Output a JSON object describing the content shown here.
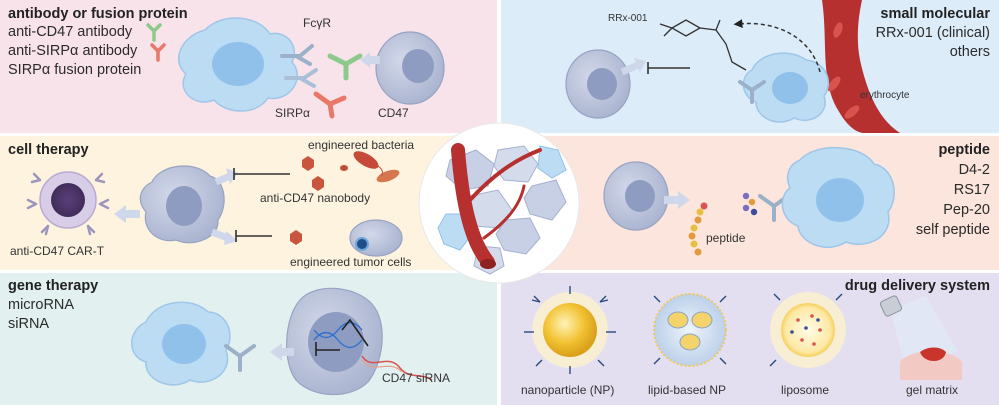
{
  "panels": {
    "antibody": {
      "title": "antibody or fusion protein",
      "items": [
        "anti-CD47 antibody",
        "anti-SIRPα antibody",
        "SIRPα fusion protein"
      ],
      "labels": {
        "fcgr": "FcγR",
        "sirpa": "SIRPα",
        "cd47": "CD47"
      },
      "bg": "#f9e3ea"
    },
    "small_molecular": {
      "title": "small molecular",
      "items": [
        "RRx-001 (clinical)",
        "others"
      ],
      "labels": {
        "drug": "RRx-001",
        "erythrocyte": "erythrocyte"
      },
      "bg": "#dcecf8"
    },
    "cell_therapy": {
      "title": "cell therapy",
      "labels": {
        "bacteria": "engineered bacteria",
        "nanobody": "anti-CD47 nanobody",
        "cart": "anti-CD47 CAR-T",
        "tumor": "engineered tumor cells"
      },
      "bg": "#fdf3df"
    },
    "peptide": {
      "title": "peptide",
      "items": [
        "D4-2",
        "RS17",
        "Pep-20",
        "self peptide"
      ],
      "labels": {
        "peptide": "peptide"
      },
      "bg": "#fbe5dc"
    },
    "gene_therapy": {
      "title": "gene therapy",
      "items": [
        "microRNA",
        "siRNA"
      ],
      "labels": {
        "sirna": "CD47 siRNA"
      },
      "bg": "#e2f1f0"
    },
    "drug_delivery": {
      "title": "drug delivery system",
      "labels": {
        "np": "nanoparticle (NP)",
        "lipid": "lipid-based NP",
        "liposome": "liposome",
        "gel": "gel matrix"
      },
      "bg": "#e3dff0"
    }
  },
  "colors": {
    "macrophage": "#bcdcf4",
    "macrophage_nucleus": "#8fc1ea",
    "tumor_cell": "#b8c2dc",
    "tumor_nucleus": "#8f9cc2",
    "vessel": "#b5302f",
    "antibody_green": "#8dc98a",
    "antibody_red": "#e87868",
    "nanoparticle": "#f2c232"
  }
}
